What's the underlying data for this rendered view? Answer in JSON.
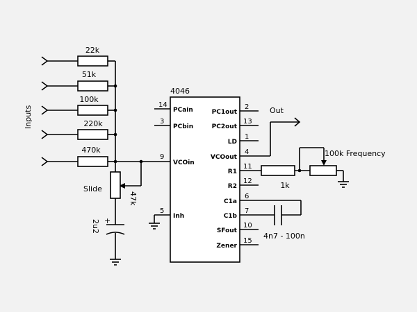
{
  "inputs_label": "Inputs",
  "input_resistors": [
    "22k",
    "51k",
    "100k",
    "220k",
    "470k"
  ],
  "ic": {
    "name": "4046",
    "left_pins": [
      {
        "label": "PCain",
        "number": "14"
      },
      {
        "label": "PCbin",
        "number": "3"
      },
      {
        "label": "VCOin",
        "number": "9"
      },
      {
        "label": "Inh",
        "number": "5"
      }
    ],
    "right_pins": [
      {
        "label": "PC1out",
        "number": "2"
      },
      {
        "label": "PC2out",
        "number": "13"
      },
      {
        "label": "LD",
        "number": "1"
      },
      {
        "label": "VCOout",
        "number": "4"
      },
      {
        "label": "R1",
        "number": "11"
      },
      {
        "label": "R2",
        "number": "12"
      },
      {
        "label": "C1a",
        "number": "6"
      },
      {
        "label": "C1b",
        "number": "7"
      },
      {
        "label": "SFout",
        "number": "10"
      },
      {
        "label": "Zener",
        "number": "15"
      }
    ]
  },
  "slide_label": "Slide",
  "slide_pot_value": "47k",
  "cap_value": "2u2",
  "cap_polarity": "+",
  "out_label": "Out",
  "r1_value": "1k",
  "freq_pot_label": "100k Frequency",
  "timing_cap_value": "4n7 - 100n"
}
